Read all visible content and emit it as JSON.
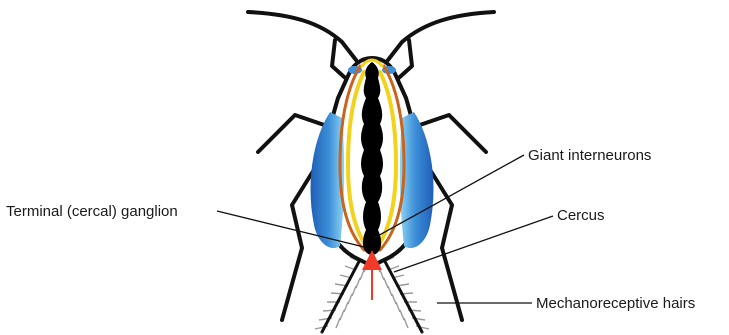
{
  "labels": {
    "giant_interneurons": "Giant interneurons",
    "terminal_ganglion": "Terminal (cercal) ganglion",
    "cercus": "Cercus",
    "mechanoreceptive_hairs": "Mechanoreceptive hairs"
  },
  "colors": {
    "outline": "#111111",
    "nerve_cord": "#000000",
    "interneuron_yellow": "#f2d21a",
    "interneuron_orange": "#c9641c",
    "wing_blue": "#1f5fb8",
    "wing_cyan": "#7fd0f2",
    "stimulus_arrow": "#f23a2a",
    "hairs": "#9a9a9a"
  }
}
